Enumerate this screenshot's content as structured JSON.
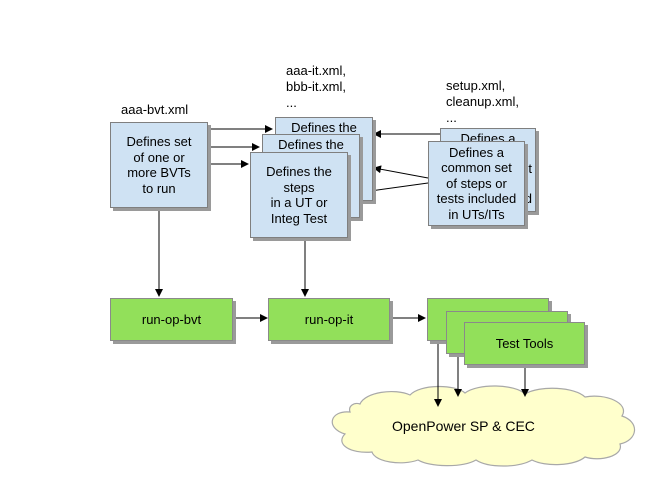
{
  "labels": {
    "bvt_file": "aaa-bvt.xml",
    "it_files": "aaa-it.xml,\nbbb-it.xml,\n...",
    "setup_files": "setup.xml,\ncleanup.xml,\n..."
  },
  "boxes": {
    "bvt_def": "Defines set\nof one or\nmore BVTs\nto run",
    "it_def_back1": "Defines the",
    "it_def_back2": "Defines the",
    "it_def_front": "Defines the\nsteps\nin a UT or\nInteg Test",
    "common_back": "Defines a",
    "common_back_tail": "t\nd",
    "common_front": "Defines a\ncommon set\nof steps or\ntests included\nin UTs/ITs",
    "run_bvt": "run-op-bvt",
    "run_it": "run-op-it",
    "test_tools": "Test Tools",
    "cloud": "OpenPower SP & CEC"
  },
  "colors": {
    "definition_fill": "#cfe2f3",
    "process_fill": "#92e05a",
    "cloud_fill": "#ffffcc"
  }
}
